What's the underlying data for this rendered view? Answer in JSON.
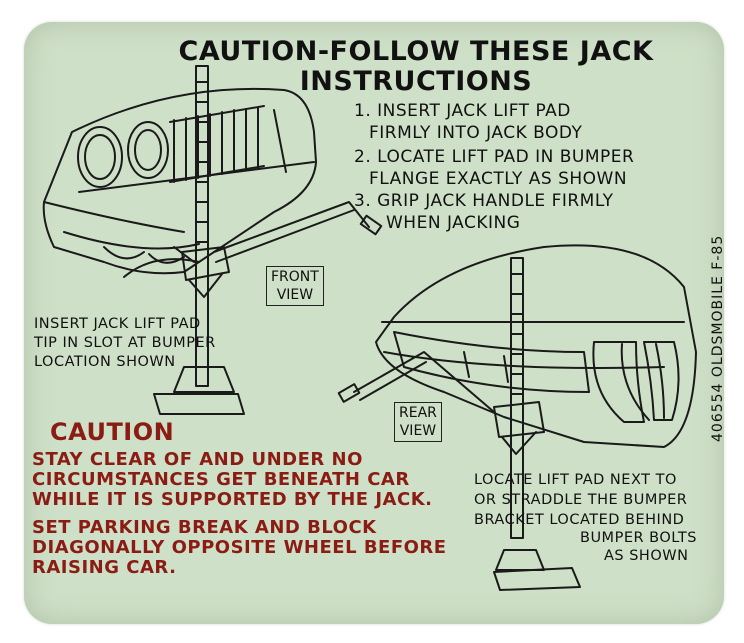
{
  "title": {
    "line1": "CAUTION-FOLLOW THESE JACK",
    "line2": "INSTRUCTIONS"
  },
  "steps": [
    {
      "line1": "1. INSERT JACK LIFT PAD",
      "line2": "FIRMLY INTO JACK BODY"
    },
    {
      "line1": "2. LOCATE LIFT PAD IN BUMPER",
      "line2": "FLANGE EXACTLY AS SHOWN"
    },
    {
      "line1": "3. GRIP JACK HANDLE FIRMLY",
      "line2": "WHEN JACKING"
    }
  ],
  "front": {
    "view_label_1": "FRONT",
    "view_label_2": "VIEW",
    "note": [
      "INSERT JACK LIFT PAD",
      "TIP IN SLOT AT BUMPER",
      "LOCATION SHOWN"
    ]
  },
  "rear": {
    "view_label_1": "REAR",
    "view_label_2": "VIEW",
    "note": [
      "LOCATE LIFT PAD NEXT TO",
      "OR STRADDLE THE BUMPER",
      "BRACKET LOCATED BEHIND",
      "BUMPER BOLTS",
      "AS SHOWN"
    ]
  },
  "caution": {
    "heading": "CAUTION",
    "lines": [
      "STAY CLEAR OF AND UNDER NO",
      "CIRCUMSTANCES GET BENEATH CAR",
      "WHILE IT IS SUPPORTED BY THE JACK.",
      "SET PARKING BREAK AND BLOCK",
      "DIAGONALLY OPPOSITE WHEEL BEFORE",
      "RAISING CAR."
    ],
    "color": "#8a1c14"
  },
  "part_number": "406554 OLDSMOBILE F-85",
  "colors": {
    "decal_background": "#cfe0c8",
    "ink": "#111111"
  }
}
